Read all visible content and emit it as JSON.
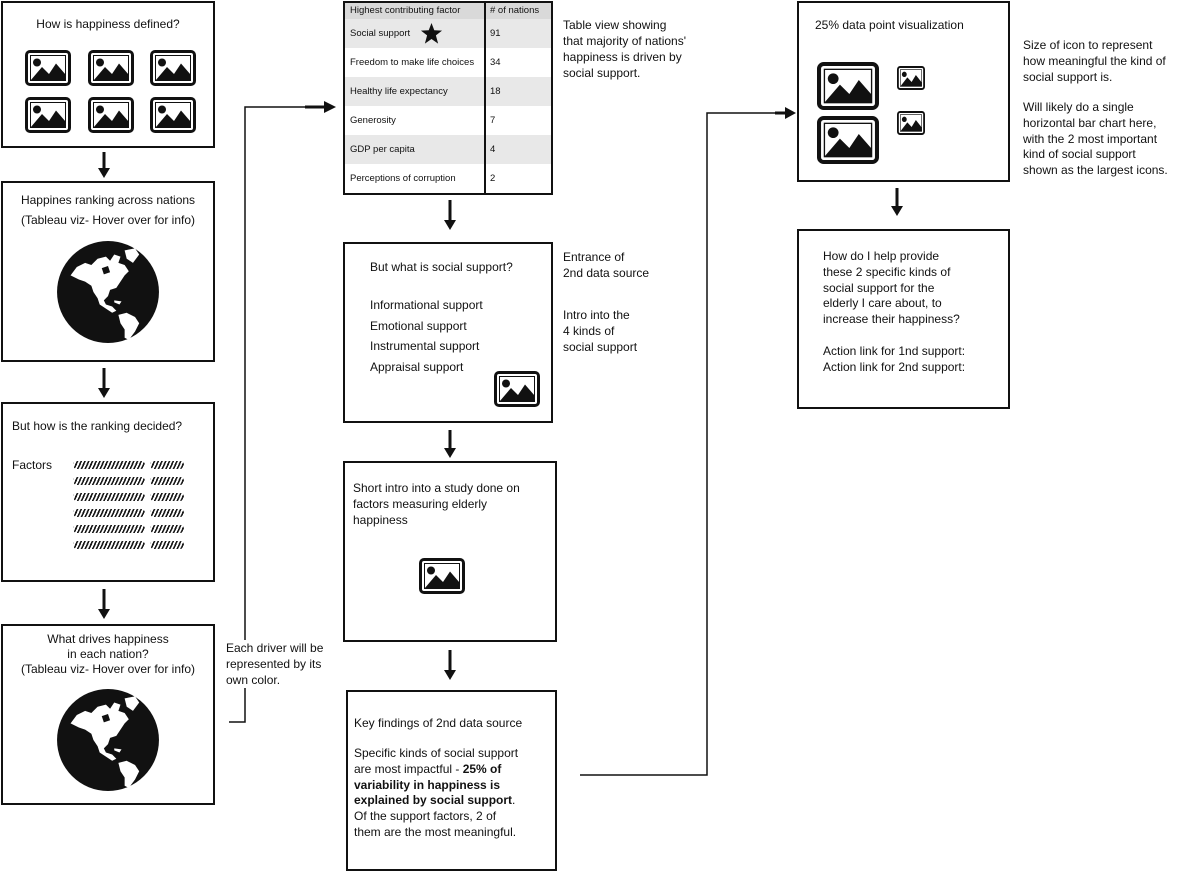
{
  "icons": {
    "image": "image-placeholder-icon",
    "globe": "globe-icon",
    "star": "star-icon",
    "arrow": "arrow-down-icon"
  },
  "colors": {
    "stroke": "#111111",
    "table_header_bg": "#d9d9d9",
    "table_alt_row_bg": "#e8e8e8"
  },
  "happiness_defined": {
    "title": "How is happiness defined?"
  },
  "ranking": {
    "title": "Happines ranking across nations",
    "subtitle": "(Tableau viz- Hover over for info)"
  },
  "ranking_decided": {
    "title": "But how is the ranking decided?",
    "factors_label": "Factors"
  },
  "drivers": {
    "lines": [
      "What drives happiness",
      "in each nation?",
      "(Tableau viz- Hover over for info)"
    ]
  },
  "drivers_note": {
    "lines": [
      "Each driver will be",
      "represented by its",
      "own color."
    ]
  },
  "factors_table": {
    "headers": {
      "factor": "Highest contributing factor",
      "nations": "# of nations"
    },
    "rows": [
      {
        "factor": "Social support",
        "nations": "91"
      },
      {
        "factor": "Freedom to make life choices",
        "nations": "34"
      },
      {
        "factor": "Healthy life expectancy",
        "nations": "18"
      },
      {
        "factor": "Generosity",
        "nations": "7"
      },
      {
        "factor": "GDP per capita",
        "nations": "4"
      },
      {
        "factor": "Perceptions of corruption",
        "nations": "2"
      }
    ]
  },
  "table_note": {
    "lines": [
      "Table view showing",
      "that majority of nations'",
      "happiness is driven by",
      "social support."
    ]
  },
  "social_support": {
    "title": "But what is social support?",
    "items": [
      "Informational support",
      "Emotional support",
      "Instrumental support",
      "Appraisal support"
    ]
  },
  "second_source_note": {
    "lines": [
      "Entrance of",
      "2nd data source"
    ]
  },
  "kinds_note": {
    "lines": [
      "Intro into the",
      "4 kinds of",
      "social support"
    ]
  },
  "study_intro": {
    "lines": [
      "Short intro into a study done on",
      "factors measuring elderly",
      "happiness"
    ]
  },
  "key_findings": {
    "title": "Key findings of 2nd data source",
    "body": [
      {
        "normal": "Specific kinds of social support"
      },
      {
        "normal": "are most impactful - ",
        "bold": "25% of"
      },
      {
        "bold": "variability in happiness is"
      },
      {
        "bold": "explained by social support",
        "normal": "."
      },
      {
        "normal": "Of the support factors, 2 of"
      },
      {
        "normal": "them are the most meaningful."
      }
    ]
  },
  "visualization": {
    "title": "25% data point visualization"
  },
  "visualization_note": {
    "intro": [
      "Size of icon to represent",
      "how meaningful the kind of",
      "social support is."
    ],
    "plan": [
      "Will likely do a single",
      "horizontal bar chart here,",
      "with the 2 most important",
      "kind of social support",
      "shown as the largest icons."
    ]
  },
  "action": {
    "question": [
      "How do I help provide",
      "these 2 specific kinds of",
      "social support for the",
      "elderly I care about, to",
      "increase their happiness?"
    ],
    "links": [
      "Action link for 1nd support:",
      "Action link for 2nd support:"
    ]
  }
}
